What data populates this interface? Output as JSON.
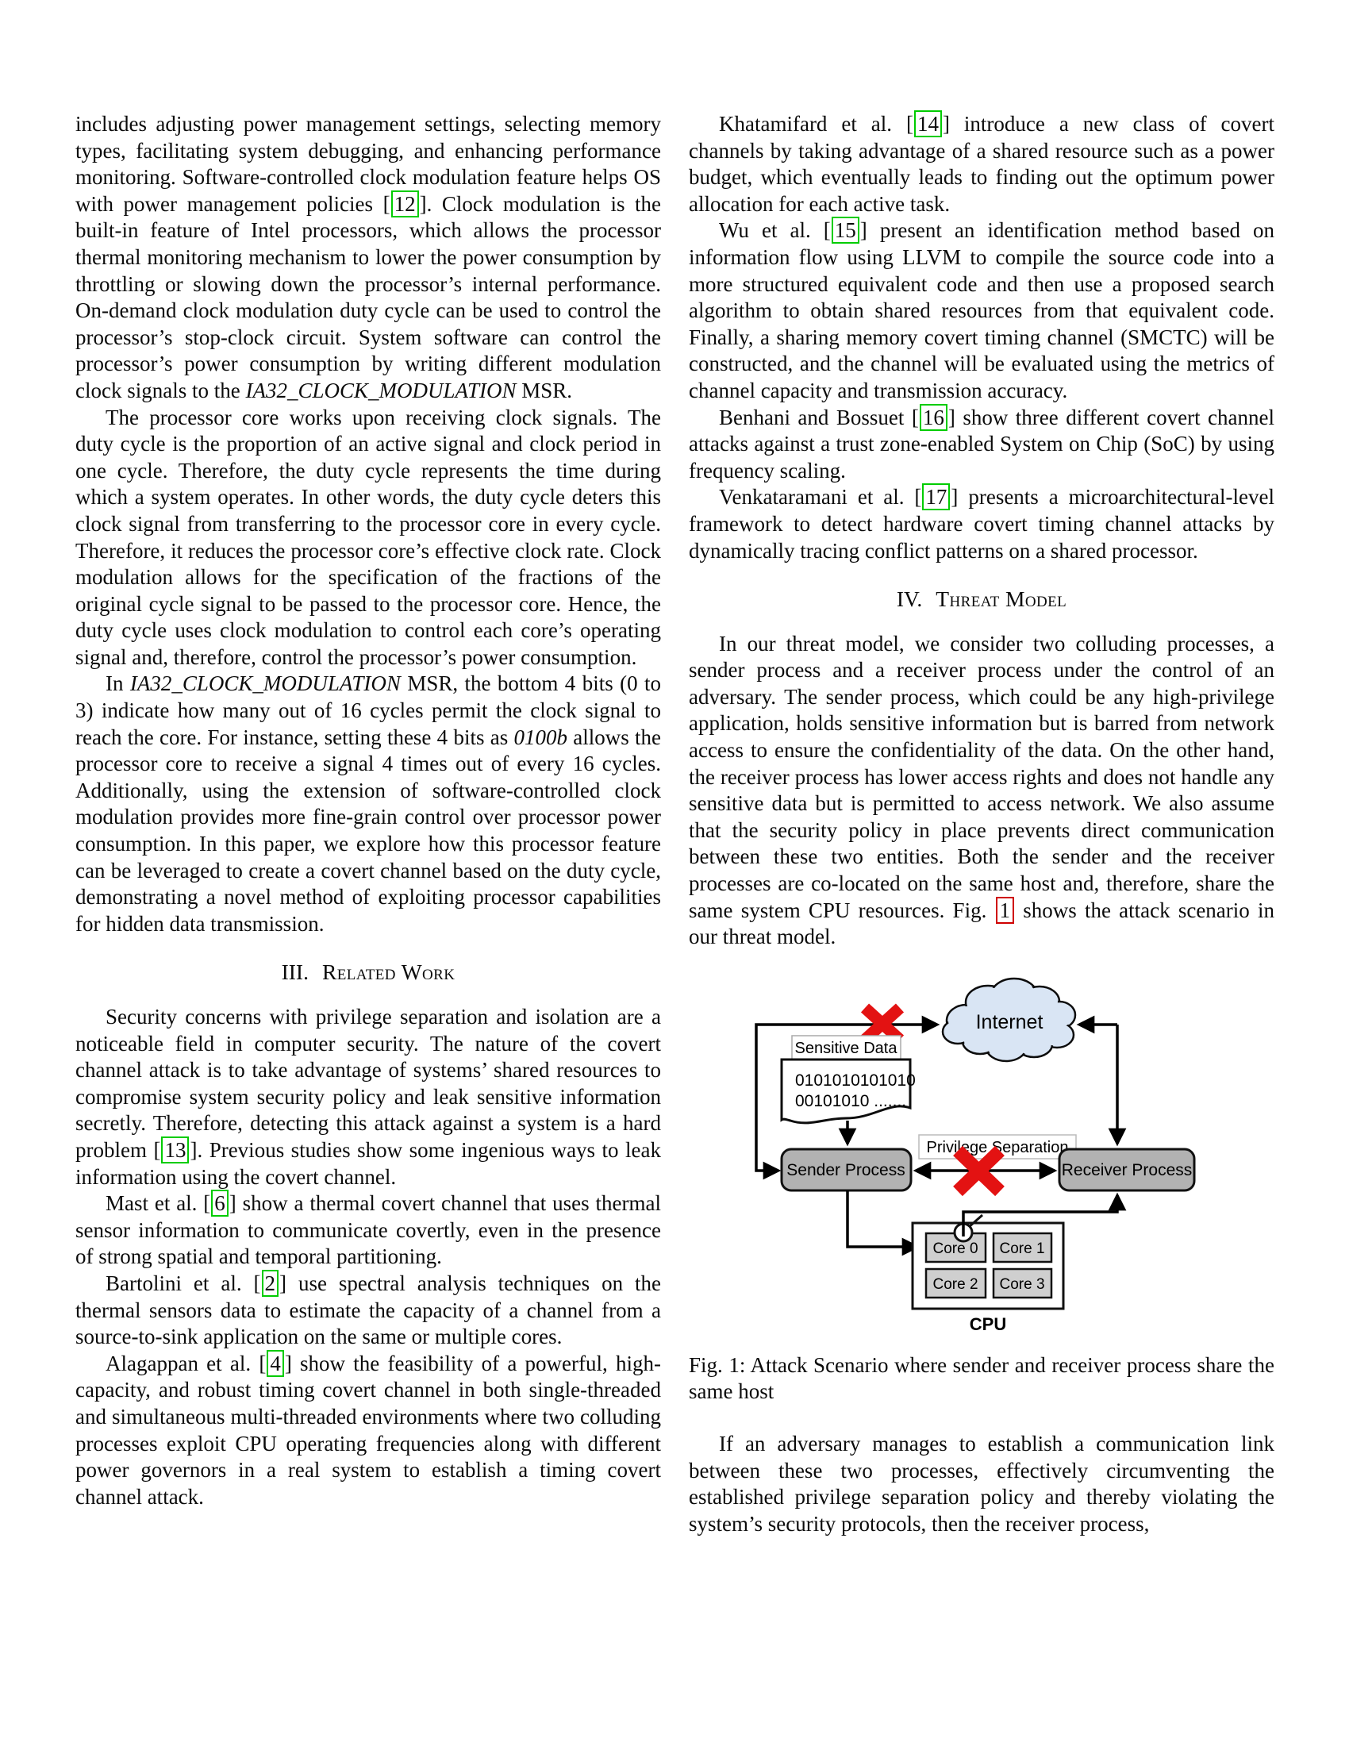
{
  "chrome": {
    "lb": "[",
    "rb": "]"
  },
  "left": {
    "p1": {
      "pre": "includes adjusting power management settings, selecting memory types, facilitating system debugging, and enhancing performance monitoring. Software-controlled clock modulation feature helps OS with power management policies ",
      "cite": "12",
      "mid": ". Clock modulation is the built-in feature of Intel processors, which allows the processor thermal monitoring mechanism to lower the power consumption by throttling or slowing down the processor’s internal performance. On-demand clock modulation duty cycle can be used to control the processor’s stop-clock circuit. System software can control the processor’s power consumption by writing different modulation clock signals to the ",
      "msr": "IA32_CLOCK_MODULATION",
      "post": " MSR."
    },
    "p2": "The processor core works upon receiving clock signals. The duty cycle is the proportion of an active signal and clock period in one cycle. Therefore, the duty cycle represents the time during which a system operates. In other words, the duty cycle deters this clock signal from transferring to the processor core in every cycle. Therefore, it reduces the processor core’s effective clock rate. Clock modulation allows for the specification of the fractions of the original cycle signal to be passed to the processor core. Hence, the duty cycle uses clock modulation to control each core’s operating signal and, therefore, control the processor’s power consumption.",
    "p3": {
      "pre": "In ",
      "msr": "IA32_CLOCK_MODULATION",
      "mid": " MSR, the bottom 4 bits (0 to 3) indicate how many out of 16 cycles permit the clock signal to reach the core. For instance, setting these 4 bits as ",
      "bits": "0100b",
      "post": " allows the processor core to receive a signal 4 times out of every 16 cycles. Additionally, using the extension of software-controlled clock modulation provides more fine-grain control over processor power consumption. In this paper, we explore how this processor feature can be leveraged to create a covert channel based on the duty cycle, demonstrating a novel method of exploiting processor capabilities for hidden data transmission."
    },
    "h3_num": "III.",
    "h3_title": "Related Work",
    "p4": {
      "pre": "Security concerns with privilege separation and isolation are a noticeable field in computer security. The nature of the covert channel attack is to take advantage of systems’ shared resources to compromise system security policy and leak sensitive information secretly. Therefore, detecting this attack against a system is a hard problem ",
      "cite": "13",
      "post": ". Previous studies show some ingenious ways to leak information using the covert channel."
    },
    "p5": {
      "pre": "Mast et al. ",
      "cite": "6",
      "post": " show a thermal covert channel that uses thermal sensor information to communicate covertly, even in the presence of strong spatial and temporal partitioning."
    },
    "p6": {
      "pre": "Bartolini et al. ",
      "cite": "2",
      "post": " use spectral analysis techniques on the thermal sensors data to estimate the capacity of a channel from a source-to-sink application on the same or multiple cores."
    },
    "p7": {
      "pre": "Alagappan et al. ",
      "cite": "4",
      "post": " show the feasibility of a powerful, high-capacity, and robust timing covert channel in both single-threaded and simultaneous multi-threaded environments where two colluding processes exploit CPU operating frequencies along with different power governors in a real system to establish a timing covert channel attack."
    }
  },
  "right": {
    "p1": {
      "pre": "Khatamifard et al. ",
      "cite": "14",
      "post": " introduce a new class of covert channels by taking advantage of a shared resource such as a power budget, which eventually leads to finding out the optimum power allocation for each active task."
    },
    "p2": {
      "pre": "Wu et al. ",
      "cite": "15",
      "post": " present an identification method based on information flow using LLVM to compile the source code into a more structured equivalent code and then use a proposed search algorithm to obtain shared resources from that equivalent code. Finally, a sharing memory covert timing channel (SMCTC) will be constructed, and the channel will be evaluated using the metrics of channel capacity and transmission accuracy."
    },
    "p3": {
      "pre": "Benhani and Bossuet ",
      "cite": "16",
      "post": " show three different covert channel attacks against a trust zone-enabled System on Chip (SoC) by using frequency scaling."
    },
    "p4": {
      "pre": "Venkataramani et al. ",
      "cite": "17",
      "post": " presents a microarchitectural-level framework to detect hardware covert timing channel attacks by dynamically tracing conflict patterns on a shared processor."
    },
    "h4_num": "IV.",
    "h4_title": "Threat Model",
    "p5": {
      "pre": "In our threat model, we consider two colluding processes, a sender process and a receiver process under the control of an adversary. The sender process, which could be any high-privilege application, holds sensitive information but is barred from network access to ensure the confidentiality of the data. On the other hand, the receiver process has lower access rights and does not handle any sensitive data but is permitted to access network. We also assume that the security policy in place prevents direct communication between these two entities. Both the sender and the receiver processes are co-located on the same host and, therefore, share the same system CPU resources. Fig. ",
      "figref": "1",
      "post": " shows the attack scenario in our threat model."
    },
    "p6": "If an adversary manages to establish a communication link between these two processes, effectively circumventing the established privilege separation policy and thereby violating the system’s security protocols, then the receiver process,"
  },
  "figure": {
    "internet": "Internet",
    "sensitive_label": "Sensitive Data",
    "binary1": "0101010101010",
    "binary2": "00101010 .......",
    "privilege": "Privilege Separation",
    "sender": "Sender Process",
    "receiver": "Receiver Process",
    "cores": [
      "Core 0",
      "Core 1",
      "Core 2",
      "Core 3"
    ],
    "cpu": "CPU",
    "colors": {
      "cloud_fill": "#d9e5f4",
      "process_fill": "#b2b2b2",
      "core_fill": "#cfcfcf",
      "cross_red": "#e31212",
      "cite_green": "#00cc00",
      "figref_red": "#cf0000"
    }
  },
  "caption": {
    "label": "Fig. 1:",
    "text": " Attack Scenario where sender and receiver process share the same host"
  }
}
